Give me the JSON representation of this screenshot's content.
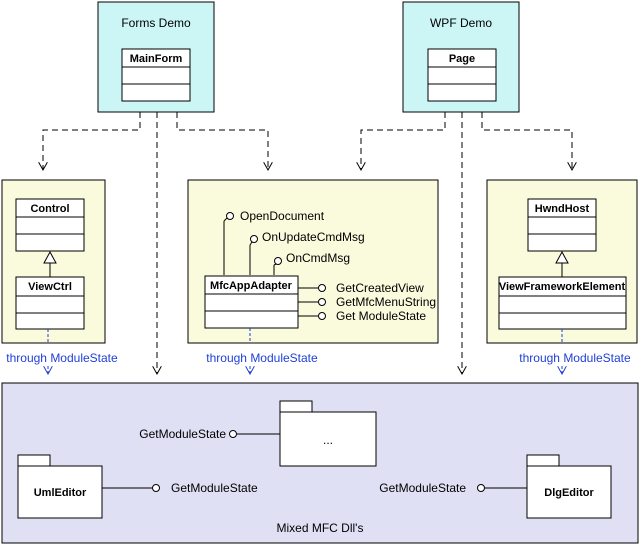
{
  "diagram": {
    "nodes": {
      "forms_demo": {
        "title": "Forms Demo",
        "class_name": "MainForm"
      },
      "wpf_demo": {
        "title": "WPF Demo",
        "class_name": "Page"
      },
      "left_box": {
        "base_class": "Control",
        "derived_class": "ViewCtrl",
        "caption": "through ModuleState"
      },
      "center_box": {
        "class_name": "MfcAppAdapter",
        "top_interfaces": [
          "OpenDocument",
          "OnUpdateCmdMsg",
          "OnCmdMsg"
        ],
        "right_interfaces": [
          "GetCreatedView",
          "GetMfcMenuString",
          "Get ModuleState"
        ],
        "caption": "through ModuleState"
      },
      "right_box": {
        "base_class": "HwndHost",
        "derived_class": "ViewFrameworkElement",
        "caption": "through ModuleState"
      },
      "mixed": {
        "title": "Mixed MFC Dll's",
        "packages": [
          {
            "name": "...",
            "interface": "GetModuleState"
          },
          {
            "name": "UmlEditor",
            "interface": "GetModuleState"
          },
          {
            "name": "DlgEditor",
            "interface": "GetModuleState"
          }
        ]
      }
    },
    "colors": {
      "cyan_fill": "#ccf6f6",
      "yellow_fill": "#fafadc",
      "lavender_fill": "#e0e0f5",
      "blue_text": "#1f3fd8",
      "line": "#000000"
    }
  }
}
